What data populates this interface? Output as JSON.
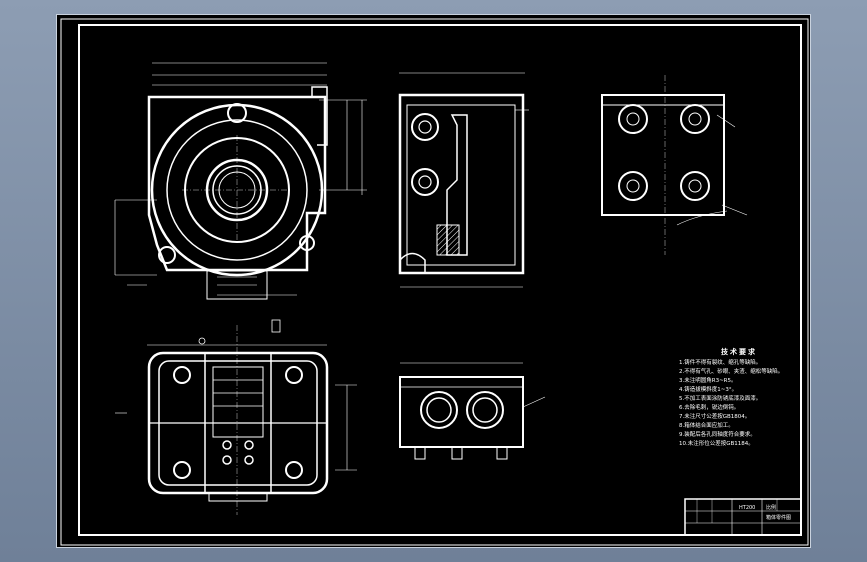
{
  "drawing": {
    "tech_requirements_title": "技术要求",
    "tech_requirements": [
      "1.铸件不得有裂纹、缩孔等缺陷。",
      "2.不得有气孔、砂眼、夹渣、缩松等缺陷。",
      "3.未注明圆角R3~R5。",
      "4.铸造拔模斜度1~3°。",
      "5.不加工表面涂防锈底漆及面漆。",
      "6.去除毛刺，锐边倒钝。",
      "7.未注尺寸公差按GB1804。",
      "8.箱体结合面应加工。",
      "9.装配后各孔同轴度符合要求。",
      "10.未注形位公差按GB1184。"
    ],
    "title_block": {
      "drawing_name": "箱体零件图",
      "scale_label": "比例",
      "material_label": "HT200"
    }
  }
}
